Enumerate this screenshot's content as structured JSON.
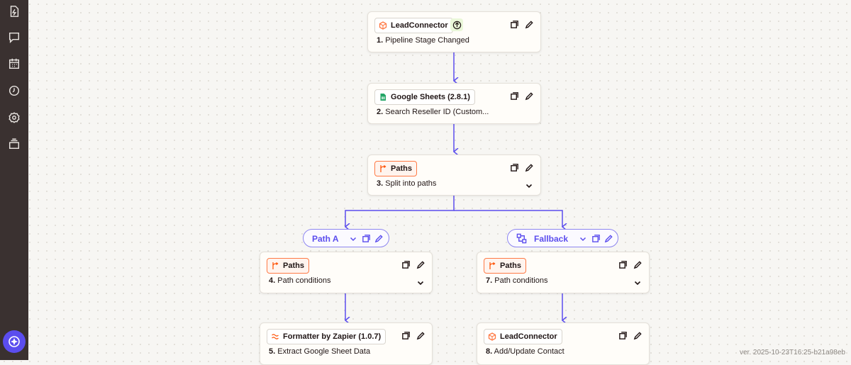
{
  "sidebar": {
    "items": [
      {
        "name": "zap-file-icon"
      },
      {
        "name": "comment-icon"
      },
      {
        "name": "calendar-icon"
      },
      {
        "name": "history-icon"
      },
      {
        "name": "settings-icon"
      },
      {
        "name": "layers-icon"
      }
    ],
    "copilot": {
      "name": "copilot-icon"
    }
  },
  "steps": [
    {
      "app": "LeadConnector",
      "number": "1.",
      "title": "Pipeline Stage Changed"
    },
    {
      "app": "Google Sheets (2.8.1)",
      "number": "2.",
      "title": "Search Reseller ID (Custom..."
    },
    {
      "app": "Paths",
      "number": "3.",
      "title": "Split into paths"
    },
    {
      "app": "Paths",
      "number": "4.",
      "title": "Path conditions"
    },
    {
      "app": "Paths",
      "number": "7.",
      "title": "Path conditions"
    },
    {
      "app": "Formatter by Zapier (1.0.7)",
      "number": "5.",
      "title": "Extract Google Sheet Data"
    },
    {
      "app": "LeadConnector",
      "number": "8.",
      "title": "Add/Update Contact"
    }
  ],
  "paths": {
    "a": {
      "label": "Path A"
    },
    "fallback": {
      "label": "Fallback"
    }
  },
  "colors": {
    "accent": "#5b4dee",
    "paths_orange": "#ff7a45",
    "sidebar_bg": "#3a3130"
  },
  "version": "ver. 2025-10-23T16:25-b21a98eb"
}
